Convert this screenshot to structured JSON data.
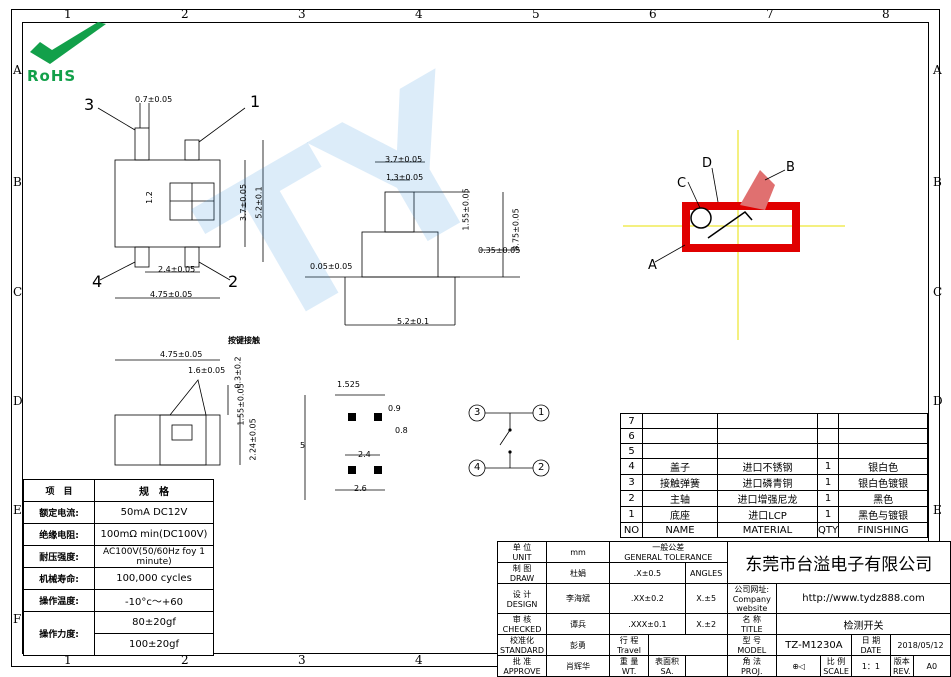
{
  "logo": {
    "text": "RoHS"
  },
  "col_ticks": [
    "1",
    "2",
    "3",
    "4",
    "5",
    "6",
    "7",
    "8"
  ],
  "row_ticks": [
    "A",
    "B",
    "C",
    "D",
    "E",
    "F"
  ],
  "dims": {
    "p07": "0.7±0.05",
    "p12": "1.2",
    "p37": "3.7±0.05",
    "p52": "5.2±0.1",
    "p24": "2.4±0.05",
    "p475": "4.75±0.05",
    "s37": "3.7±0.05",
    "s13": "1.3±0.05",
    "s155": "1.55±0.05",
    "s375": "3.75±0.05",
    "s035": "0.35±0.05",
    "s005": "0.05±0.05",
    "s52": "5.2±0.1",
    "b475": "4.75±0.05",
    "b16": "1.6±0.05",
    "b03": "0.3±0.2",
    "b155": "1.55±0.05",
    "b224": "2.24±0.05",
    "b_note": "按键接触",
    "f1525": "1.525",
    "f09": "0.9",
    "f08": "0.8",
    "f5": "5",
    "f24": "2.4",
    "f26": "2.6"
  },
  "callouts": {
    "n1": "1",
    "n2": "2",
    "n3": "3",
    "n4": "4",
    "A": "A",
    "B": "B",
    "C": "C",
    "D": "D"
  },
  "circuit": {
    "c1": "1",
    "c2": "2",
    "c3": "3",
    "c4": "4"
  },
  "spec": {
    "header": [
      "项　目",
      "规　格"
    ],
    "rows": [
      [
        "额定电流:",
        "50mA  DC12V"
      ],
      [
        "绝缘电阻:",
        "100mΩ  min(DC100V)"
      ],
      [
        "耐压强度:",
        "AC100V(50/60Hz foy 1 minute)"
      ],
      [
        "机械寿命:",
        "100,000  cycles"
      ],
      [
        "操作温度:",
        "-10°c～+60"
      ],
      [
        "操作力度:",
        "80±20gf"
      ],
      [
        "",
        "100±20gf"
      ]
    ]
  },
  "bom": {
    "empty_rows": [
      "7",
      "6",
      "5"
    ],
    "rows": [
      [
        "4",
        "盖子",
        "进口不锈钢",
        "1",
        "银白色"
      ],
      [
        "3",
        "接触弹簧",
        "进口磷青铜",
        "1",
        "银白色镀银"
      ],
      [
        "2",
        "主轴",
        "进口增强尼龙",
        "1",
        "黑色"
      ],
      [
        "1",
        "底座",
        "进口LCP",
        "1",
        "黑色与镀银"
      ]
    ],
    "header": [
      "NO",
      "NAME",
      "MATERIAL",
      "QTY",
      "FINISHING"
    ]
  },
  "title_block": {
    "unit_cn": "单 位",
    "unit_en": "UNIT",
    "unit_val": "mm",
    "draw_cn": "制 图",
    "draw_en": "DRAW",
    "draw_val": "杜娟",
    "design_cn": "设 计",
    "design_en": "DESIGN",
    "design_val": "李海斌",
    "check_cn": "审 核",
    "check_en": "CHECKED",
    "check_val": "谭兵",
    "std_cn": "校准化",
    "std_en": "STANDARD",
    "std_val": "彭勇",
    "approve_cn": "批 准",
    "approve_en": "APPROVE",
    "approve_val": "肖辉华",
    "tol_cn": "一般公差",
    "tol_en": "GENERAL TOLERANCE",
    "tol_r1a": ".X±0.5",
    "tol_r1b": "ANGLES",
    "tol_r2a": ".XX±0.2",
    "tol_r2b": "X.±5",
    "tol_r3a": ".XXX±0.1",
    "tol_r3b": "X.±2",
    "travel_cn": "行 程",
    "travel_en": "Travel",
    "weight_cn": "重 量",
    "weight_en": "WT.",
    "surface_cn": "表面积",
    "surface_en": "SA.",
    "company": "东莞市台溢电子有限公司",
    "website_label_cn": "公司网址:",
    "website_label_en": "Company website",
    "website": "http://www.tydz888.com",
    "name_cn": "名 称",
    "name_en": "TITLE",
    "name_val": "检测开关",
    "model_cn": "型 号",
    "model_en": "MODEL",
    "model_val": "TZ-M1230A",
    "date_cn": "日 期",
    "date_en": "DATE",
    "date_val": "2018/05/12",
    "proj_cn": "角 法",
    "proj_en": "PROJ.",
    "scale_cn": "比 例",
    "scale_en": "SCALE",
    "scale_val": "1：1",
    "rev_cn": "版本",
    "rev_en": "REV.",
    "rev_val": "A0"
  }
}
